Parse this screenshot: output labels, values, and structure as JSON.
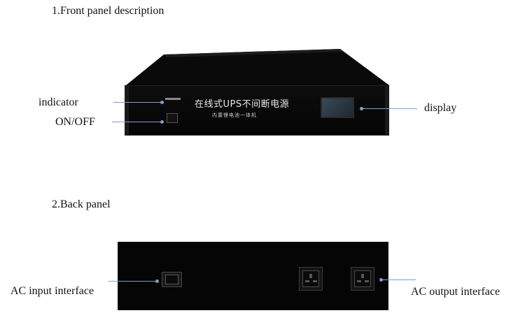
{
  "front": {
    "heading": "1.Front panel description",
    "labels": {
      "indicator": "indicator",
      "onoff": "ON/OFF",
      "display": "display"
    },
    "device_title": "在线式UPS不间断电源",
    "device_subtitle": "内置锂电池一体机"
  },
  "back": {
    "heading": "2.Back panel",
    "labels": {
      "ac_input": "AC input interface",
      "ac_output": "AC output interface"
    }
  }
}
